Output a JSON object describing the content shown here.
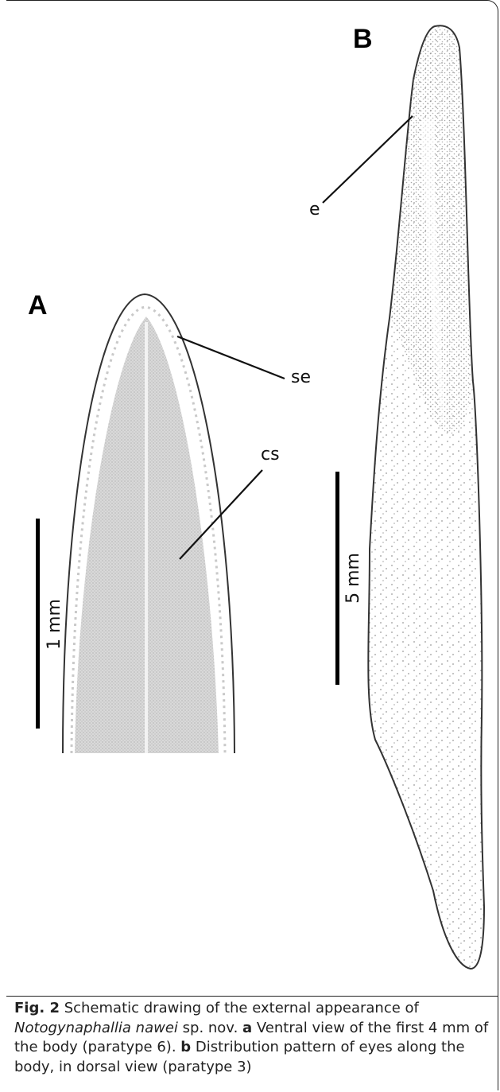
{
  "panels": {
    "a": {
      "letter": "A",
      "labels": {
        "se": "se",
        "cs": "cs"
      },
      "scale_bar": "1 mm"
    },
    "b": {
      "letter": "B",
      "labels": {
        "e": "e"
      },
      "scale_bar": "5 mm"
    }
  },
  "caption": {
    "fig_label": "Fig. 2",
    "text_1": " Schematic drawing of the external appearance of ",
    "species": "Notogynaphallia nawei",
    "text_2": " sp. nov. ",
    "part_a_label": "a",
    "part_a_text": " Ventral view of the first 4 mm of the body (paratype 6). ",
    "part_b_label": "b",
    "part_b_text": " Distribution pattern of eyes along the body, in dorsal view (paratype 3)"
  }
}
